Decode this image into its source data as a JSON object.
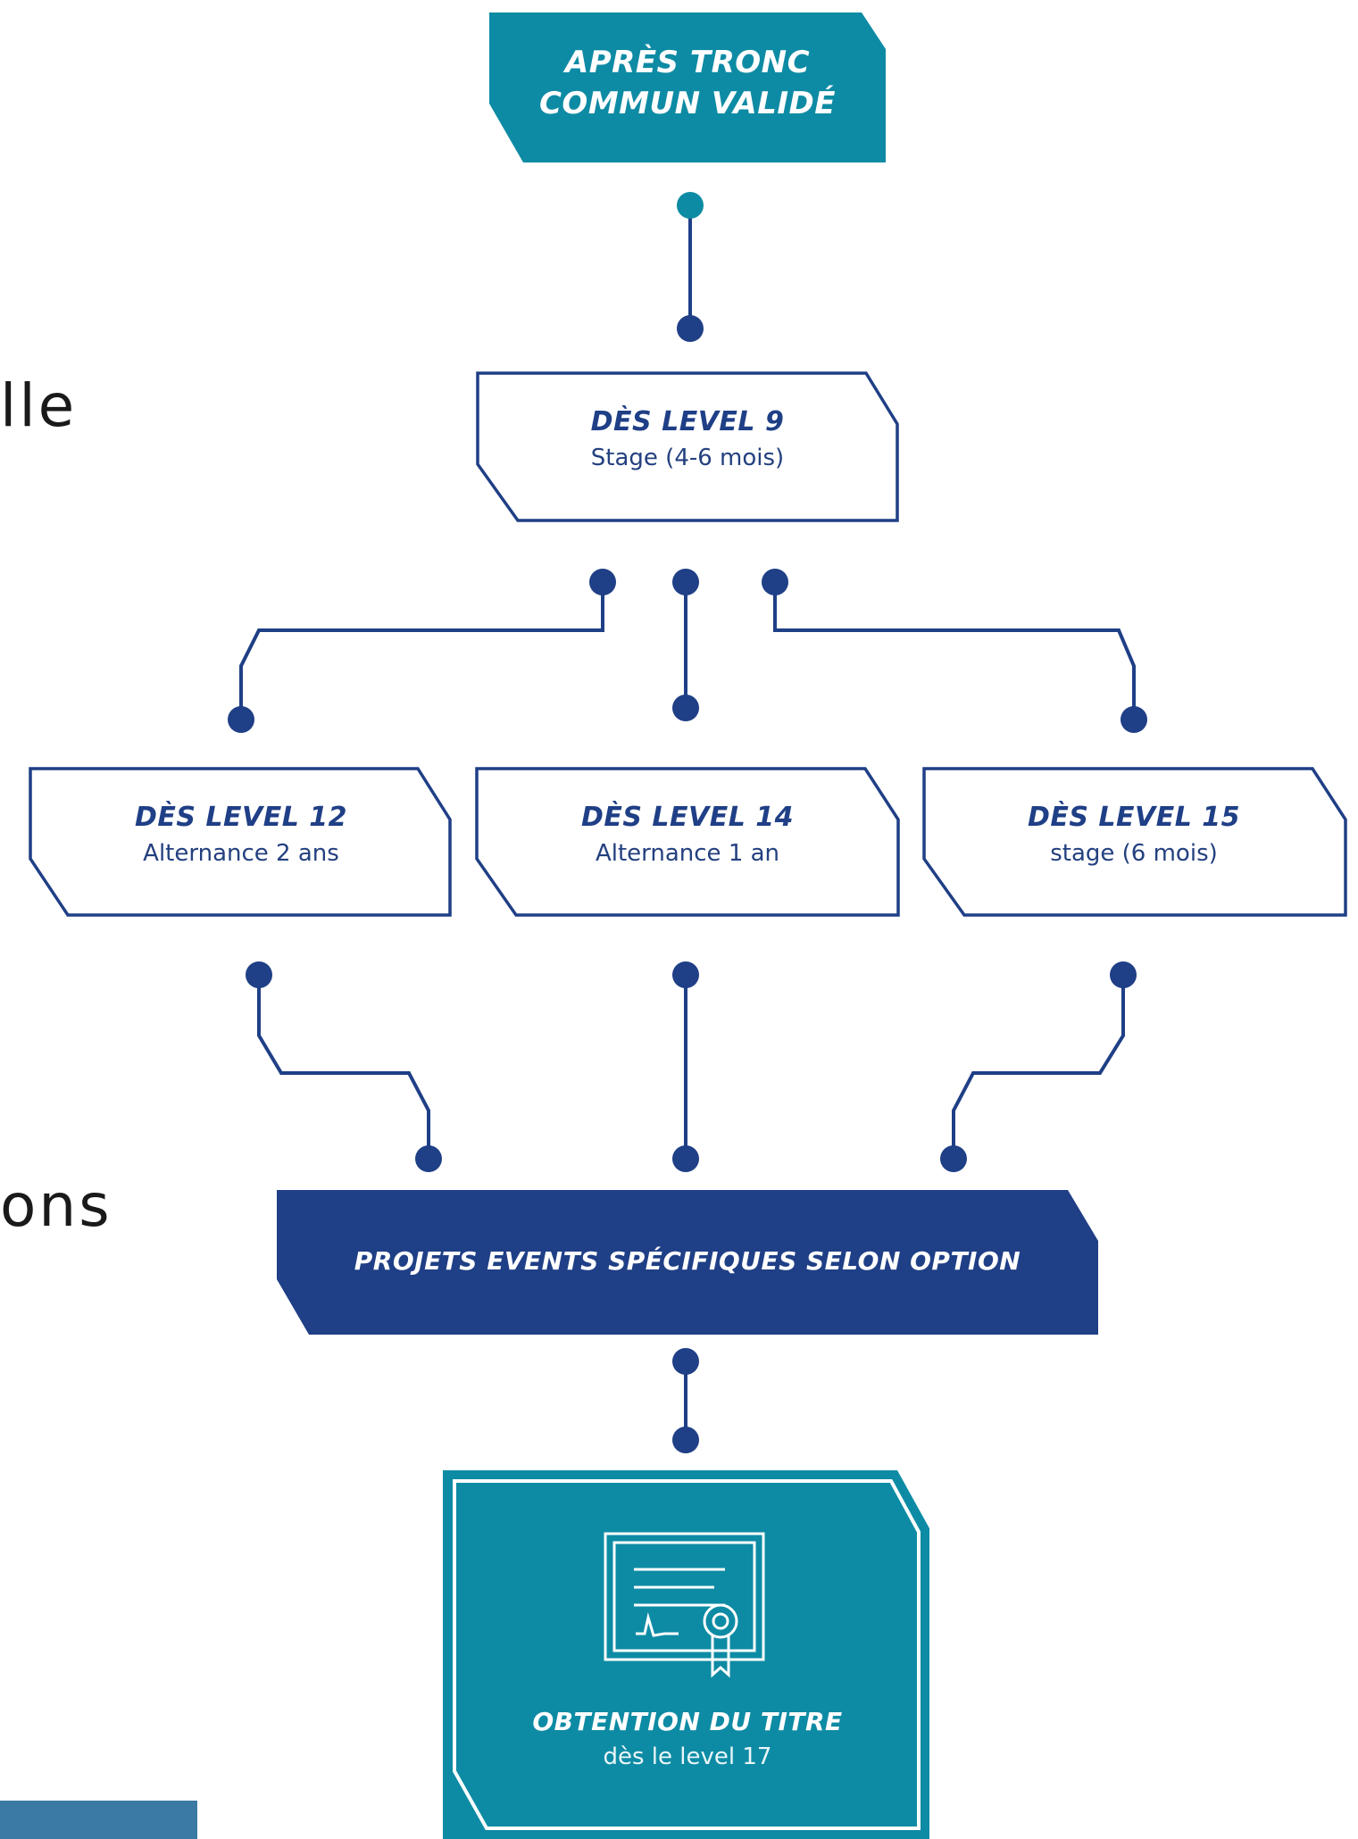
{
  "side_fragments": {
    "top": "lle",
    "middle": "ons"
  },
  "colors": {
    "teal": "#0e8ba4",
    "navy": "#1f3f86",
    "bar_blue": "#3a7aa3"
  },
  "nodes": {
    "start": {
      "title_line1": "APRÈS TRONC",
      "title_line2": "COMMUN VALIDÉ"
    },
    "level9": {
      "title": "DÈS LEVEL 9",
      "subtitle": "Stage (4-6 mois)"
    },
    "level12": {
      "title": "DÈS LEVEL 12",
      "subtitle": "Alternance 2 ans"
    },
    "level14": {
      "title": "DÈS LEVEL 14",
      "subtitle": "Alternance 1 an"
    },
    "level15": {
      "title": "DÈS LEVEL 15",
      "subtitle": "stage (6 mois)"
    },
    "projects": {
      "title": "PROJETS EVENTS SPÉCIFIQUES SELON OPTION"
    },
    "final": {
      "title": "OBTENTION DU TITRE",
      "subtitle": "dès le level 17",
      "icon": "certificate-icon"
    }
  }
}
